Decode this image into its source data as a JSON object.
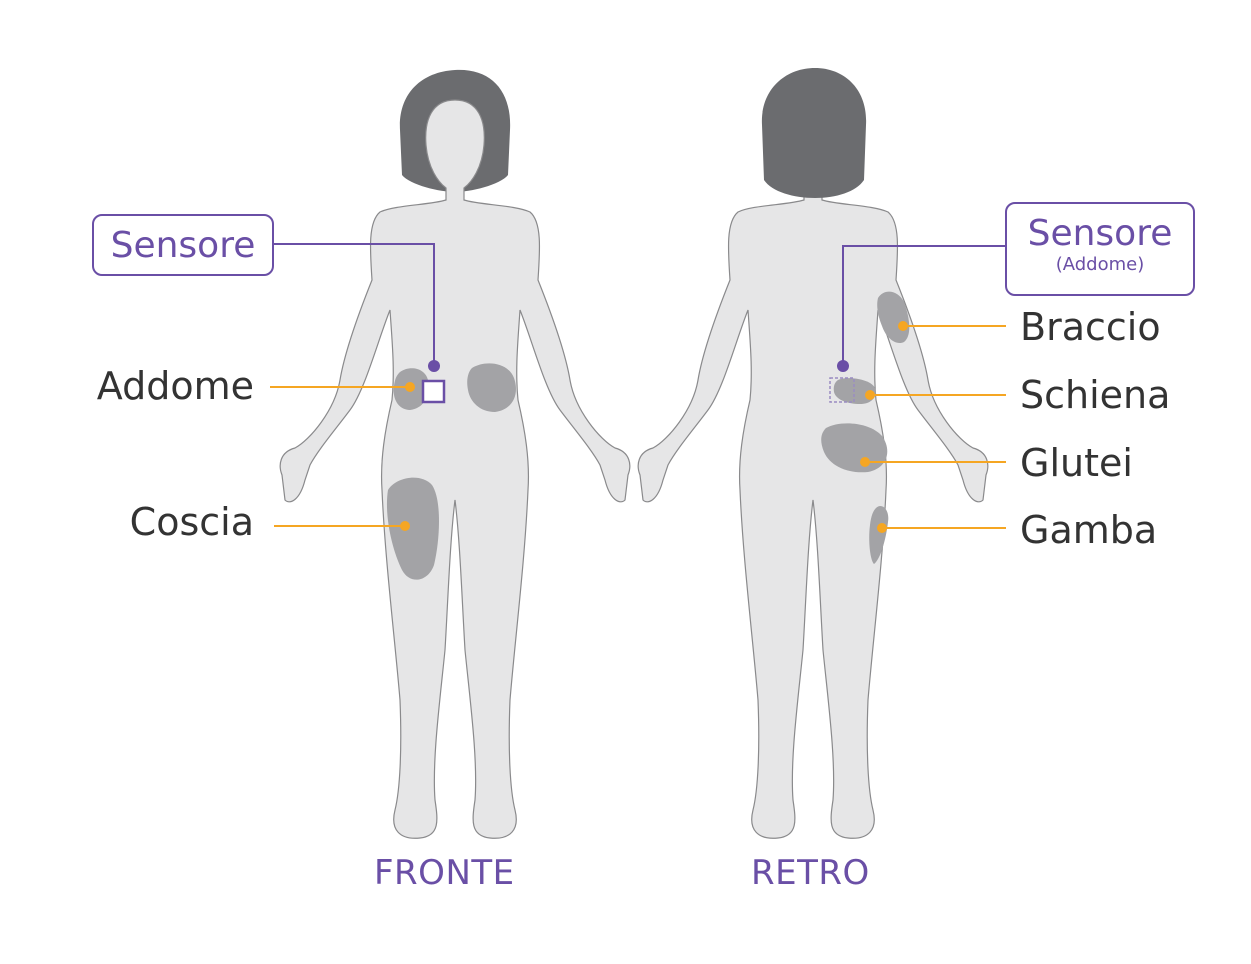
{
  "colors": {
    "body_fill": "#e6e6e7",
    "body_stroke": "#8a8a8c",
    "hair": "#6b6c6f",
    "site_fill": "#a3a3a6",
    "leader_orange": "#f5a623",
    "sensor_purple": "#6a4fa6",
    "text_dark": "#333333"
  },
  "front": {
    "caption": "FRONTE",
    "sensor_label": "Sensore",
    "sites": [
      {
        "label": "Addome"
      },
      {
        "label": "Coscia"
      }
    ]
  },
  "back": {
    "caption": "RETRO",
    "sensor_label": "Sensore",
    "sensor_sublabel": "(Addome)",
    "sites": [
      {
        "label": "Braccio"
      },
      {
        "label": "Schiena"
      },
      {
        "label": "Glutei"
      },
      {
        "label": "Gamba"
      }
    ]
  }
}
